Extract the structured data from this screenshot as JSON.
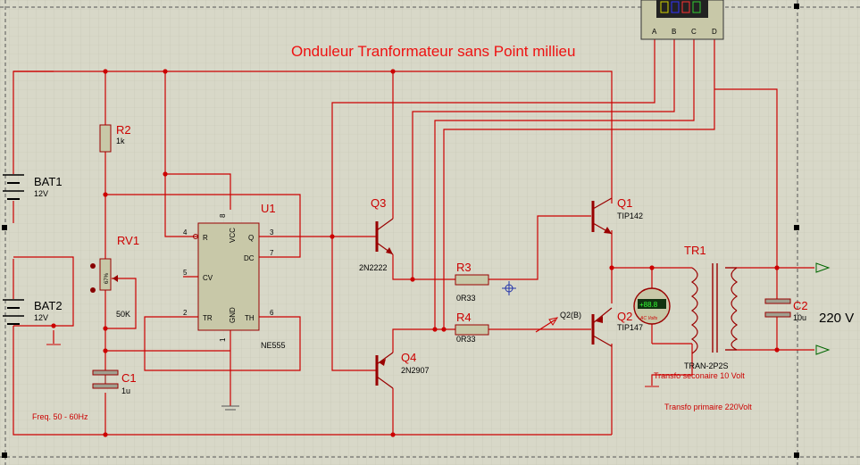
{
  "title": "Onduleur Tranformateur sans Point millieu",
  "colors": {
    "background": "#d8d8c8",
    "wire": "#cc0000",
    "component": "#990000",
    "grid": "#c6c6b4"
  },
  "components": {
    "bat1": {
      "ref": "BAT1",
      "value": "12V"
    },
    "bat2": {
      "ref": "BAT2",
      "value": "12V"
    },
    "r2": {
      "ref": "R2",
      "value": "1k"
    },
    "rv1": {
      "ref": "RV1",
      "value": "50K",
      "wiper": "67%"
    },
    "c1": {
      "ref": "C1",
      "value": "1u"
    },
    "u1": {
      "ref": "U1",
      "value": "NE555",
      "pins": {
        "r": "R",
        "vcc": "VCC",
        "q": "Q",
        "dc": "DC",
        "cv": "CV",
        "tr": "TR",
        "gnd": "GND",
        "th": "TH"
      },
      "pin_numbers": {
        "p4": "4",
        "p8": "8",
        "p3": "3",
        "p7": "7",
        "p5": "5",
        "p2": "2",
        "p6": "6",
        "p1": "1"
      }
    },
    "q3": {
      "ref": "Q3",
      "value": "2N2222"
    },
    "q4": {
      "ref": "Q4",
      "value": "2N2907"
    },
    "q1": {
      "ref": "Q1",
      "value": "TIP142"
    },
    "q2": {
      "ref": "Q2",
      "value": "TIP147",
      "probe": "Q2(B)"
    },
    "r3": {
      "ref": "R3",
      "value": "0R33"
    },
    "r4": {
      "ref": "R4",
      "value": "0R33"
    },
    "tr1": {
      "ref": "TR1",
      "value": "TRAN-2P2S"
    },
    "c2": {
      "ref": "C2",
      "value": "10u"
    },
    "voltmeter": {
      "reading": "+88.8",
      "unit": "AC Volts"
    },
    "scope": {
      "channels": [
        "A",
        "B",
        "C",
        "D"
      ]
    }
  },
  "notes": {
    "freq": "Freq. 50 - 60Hz",
    "secondary": "Transfo seconaire  10 Volt",
    "primary": "Transfo primaire 220Volt",
    "output": "220 V"
  }
}
